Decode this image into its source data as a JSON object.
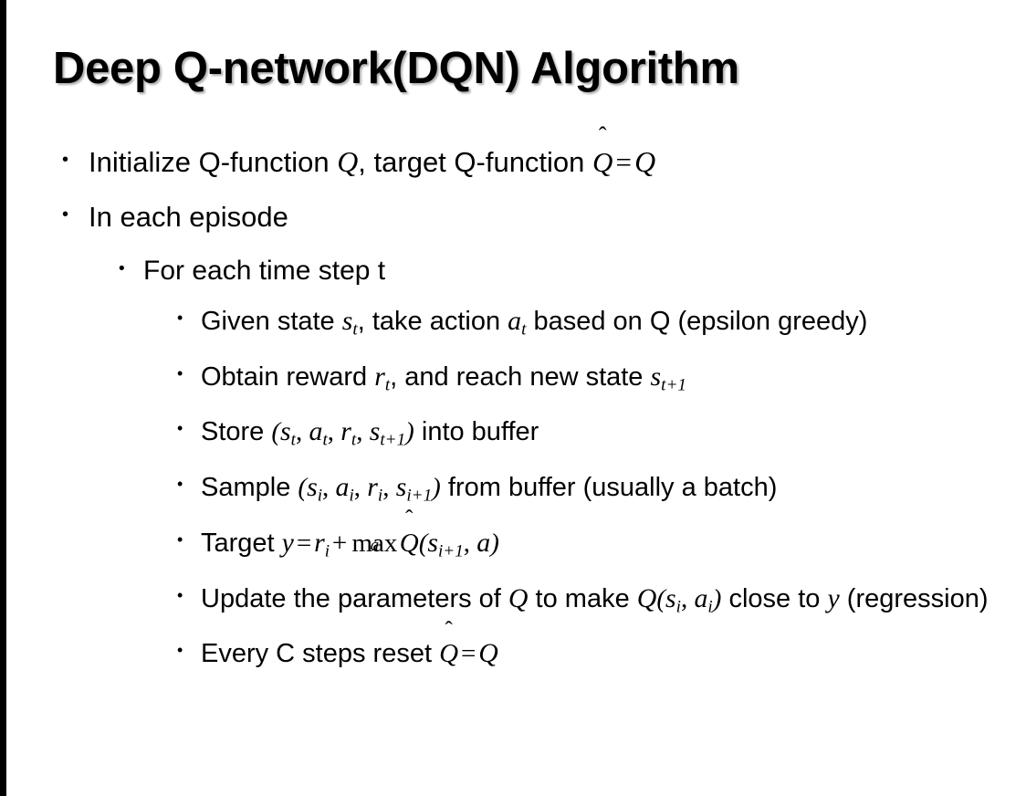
{
  "slide": {
    "title": "Deep Q-network(DQN) Algorithm",
    "background_color": "#ffffff",
    "text_color": "#000000",
    "left_edge_color": "#000000"
  },
  "bullets": {
    "b1": {
      "marker": "•",
      "pre": "Initialize Q-function ",
      "sym1": "Q",
      "mid": ", target Q-function ",
      "hat_base": "Q",
      "hat_mark": "̂",
      "eq": "=",
      "sym2": "Q"
    },
    "b2": {
      "marker": "•",
      "text": "In each episode"
    },
    "b3": {
      "marker": "•",
      "text": "For each time step t"
    },
    "b4": {
      "marker": "•",
      "p1": "Given state ",
      "s_base": "s",
      "s_sub": "t",
      "p2": ", take action ",
      "a_base": "a",
      "a_sub": "t",
      "p3": " based on Q (epsilon greedy)"
    },
    "b5": {
      "marker": "•",
      "p1": "Obtain reward ",
      "r_base": "r",
      "r_sub": "t",
      "p2": ", and reach new state ",
      "s_base": "s",
      "s_sub": "t+1"
    },
    "b6": {
      "marker": "•",
      "p1": "Store ",
      "open": "(",
      "s_base": "s",
      "s_sub": "t",
      "c1": ", ",
      "a_base": "a",
      "a_sub": "t",
      "c2": ", ",
      "r_base": "r",
      "r_sub": "t",
      "c3": ", ",
      "s2_base": "s",
      "s2_sub": "t+1",
      "close": ")",
      "p2": " into buffer"
    },
    "b7": {
      "marker": "•",
      "p1": "Sample ",
      "open": "(",
      "s_base": "s",
      "s_sub": "i",
      "c1": ", ",
      "a_base": "a",
      "a_sub": "i",
      "c2": ", ",
      "r_base": "r",
      "r_sub": "i",
      "c3": ", ",
      "s2_base": "s",
      "s2_sub": "i+1",
      "close": ")",
      "p2": " from buffer (usually a batch)"
    },
    "b8": {
      "marker": "•",
      "p1": "Target ",
      "y": "y",
      "eq": "=",
      "r_base": "r",
      "r_sub": "i",
      "plus": "+",
      "op": "max",
      "op_under": "a",
      "hat_base": "Q",
      "hat_mark": "̂",
      "open": "(",
      "s_base": "s",
      "s_sub": "i+1",
      "comma": ", ",
      "a": "a",
      "close": ")"
    },
    "b9": {
      "marker": "•",
      "p1": "Update the parameters of ",
      "q1": "Q",
      "p2": " to make ",
      "q2": "Q",
      "open": "(",
      "s_base": "s",
      "s_sub": "i",
      "comma": ", ",
      "a_base": "a",
      "a_sub": "i",
      "close": ")",
      "p3": " close to ",
      "y": "y",
      "p4": " (regression)"
    },
    "b10": {
      "marker": "•",
      "p1": "Every C steps reset ",
      "hat_base": "Q",
      "hat_mark": "̂",
      "eq": "=",
      "q": "Q"
    }
  }
}
